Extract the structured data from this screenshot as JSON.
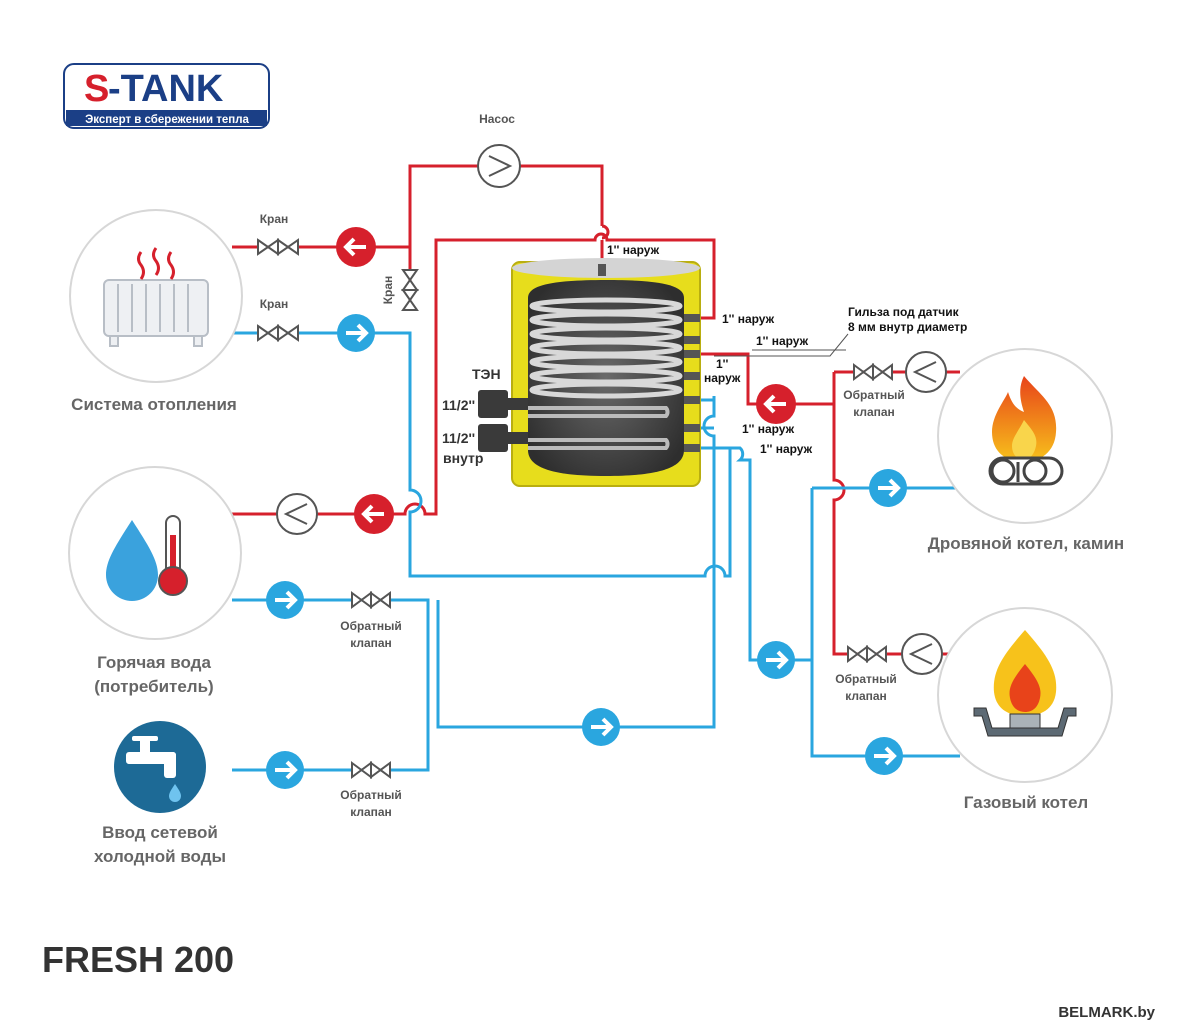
{
  "brand": {
    "logo": "S-TANK",
    "slogan": "Эксперт в сбережении тепла"
  },
  "labels": {
    "pump_top": "Насос",
    "valve_top": "Кран",
    "valve_bottom": "Кран",
    "valve_vertical": "Кран",
    "heating_system": "Система отопления",
    "hot_water_1": "Горячая вода",
    "hot_water_2": "(потребитель)",
    "cold_water_1": "Ввод  сетевой",
    "cold_water_2": "холодной воды",
    "check_valve_hw_1": "Обратный",
    "check_valve_hw_2": "клапан",
    "check_valve_cw_1": "Обратный",
    "check_valve_cw_2": "клапан",
    "check_valve_wood_1": "Обратный",
    "check_valve_wood_2": "клапан",
    "check_valve_gas_1": "Обратный",
    "check_valve_gas_2": "клапан",
    "wood_boiler": "Дровяной котел, камин",
    "gas_boiler": "Газовый котел",
    "sensor_1": "Гильза под датчик",
    "sensor_2": "8 мм внутр диаметр",
    "port_top": "1'' наруж",
    "port_1": "1'' наруж",
    "port_2": "1'' наруж",
    "port_3a": "1''",
    "port_3b": "наруж",
    "port_4": "1'' наруж",
    "port_5": "1'' наруж",
    "ten": "ТЭН",
    "ten_size_1": "11/2''",
    "ten_size_2": "11/2''",
    "ten_inner": "внутр",
    "model": "FRESH 200",
    "watermark": "BELMARK.by"
  },
  "colors": {
    "hot": "#d6202c",
    "cold": "#2aa6df",
    "tank_yellow": "#e7dd1c",
    "tank_dark": "#3a3a3a",
    "logo_blue": "#1b3f86",
    "logo_red": "#d6202c"
  },
  "icons": {
    "radiator": "radiator-icon",
    "water_drop": "water-drop-thermometer-icon",
    "tap": "water-tap-icon",
    "fire": "firewood-flame-icon",
    "gas": "gas-burner-icon"
  }
}
